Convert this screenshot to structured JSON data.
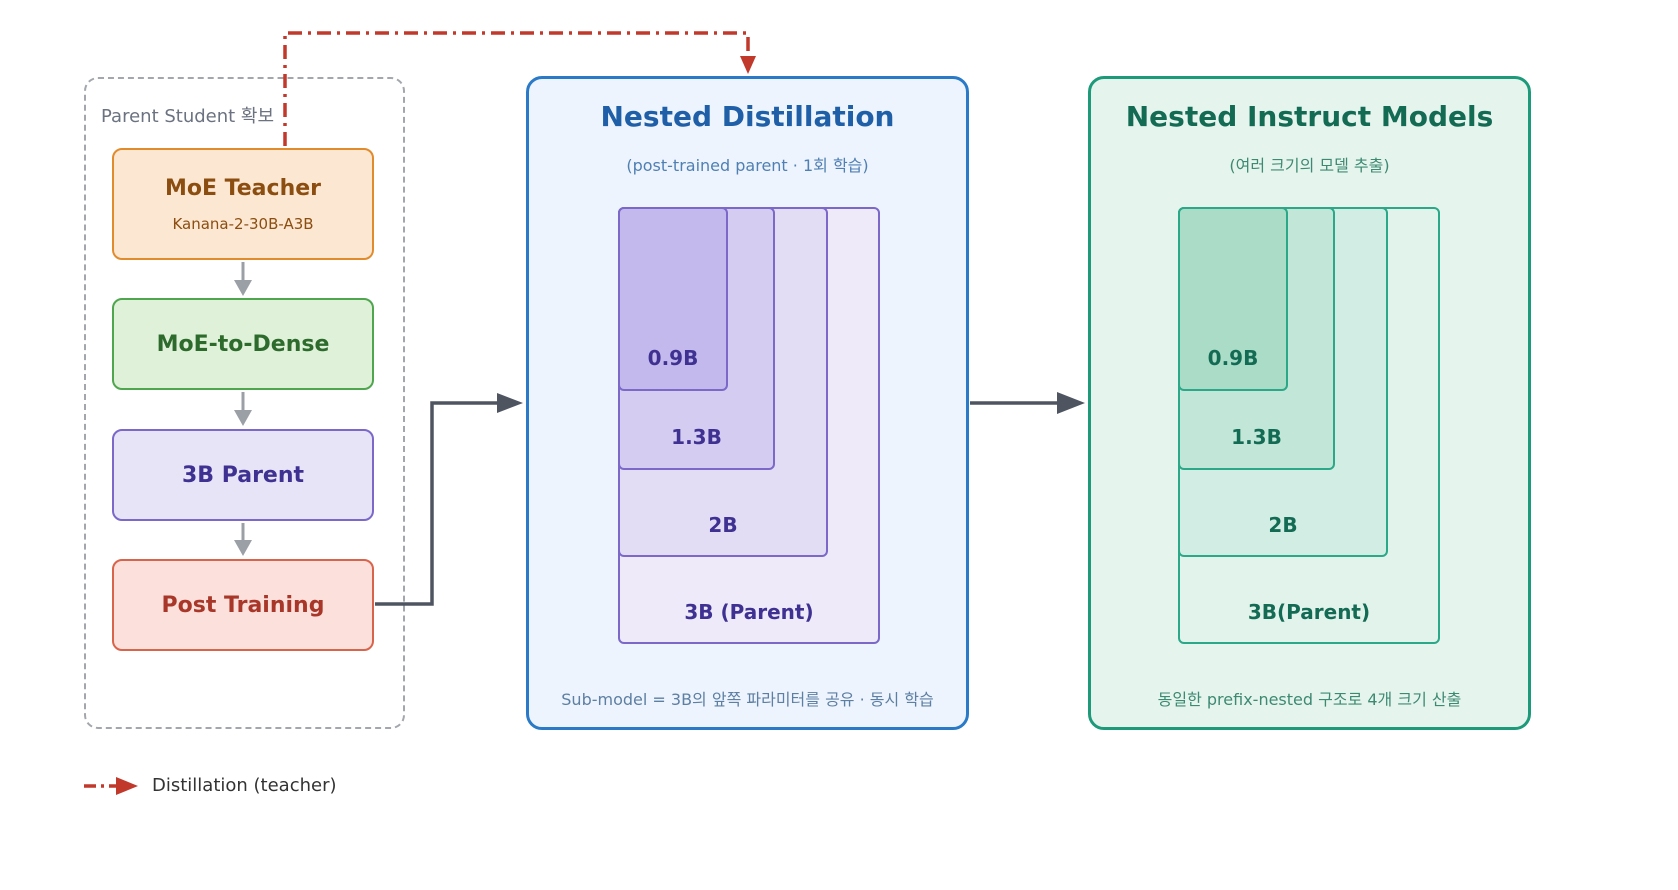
{
  "group": {
    "label": "Parent Student 확보"
  },
  "steps": [
    {
      "title": "MoE Teacher",
      "subtitle": "Kanana-2-30B-A3B"
    },
    {
      "title": "MoE-to-Dense"
    },
    {
      "title": "3B Parent"
    },
    {
      "title": "Post Training"
    }
  ],
  "distill_panel": {
    "title": "Nested Distillation",
    "subtitle": "(post-trained parent · 1회 학습)",
    "labels": [
      "0.9B",
      "1.3B",
      "2B",
      "3B (Parent)"
    ],
    "note": "Sub-model = 3B의 앞쪽 파라미터를 공유 · 동시 학습"
  },
  "instruct_panel": {
    "title": "Nested Instruct Models",
    "subtitle": "(여러 크기의 모델 추출)",
    "labels": [
      "0.9B",
      "1.3B",
      "2B",
      "3B(Parent)"
    ],
    "note": "동일한 prefix-nested 구조로 4개 크기 산출"
  },
  "legend": {
    "label": "Distillation (teacher)"
  },
  "colors": {
    "teacher": "#e28b2d",
    "dense": "#4fa64f",
    "parent": "#7b68c9",
    "post": "#d9644c",
    "distill_border": "#2a7ac7",
    "instruct_border": "#1d9a7a",
    "distill_arrow": "#c0392b",
    "flow_arrow": "#4e5560",
    "step_arrow": "#9aa0a6"
  }
}
